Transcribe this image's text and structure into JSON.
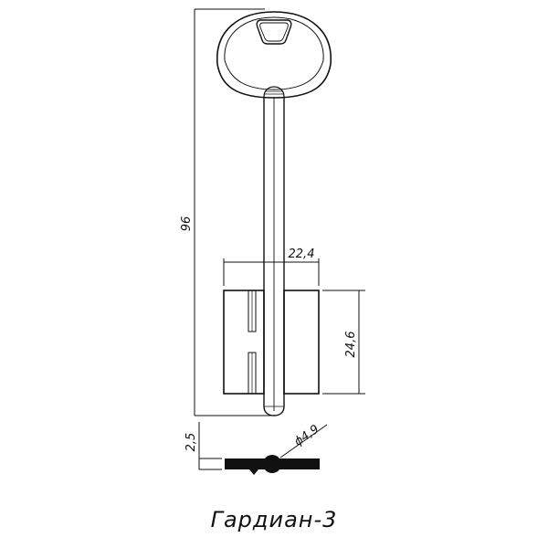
{
  "drawing": {
    "title": "Гардиан-3",
    "subject": "double-bit key technical drawing",
    "dimensions": {
      "total_length": "96",
      "bit_width": "22,4",
      "bit_height": "24,6",
      "thickness": "2,5",
      "shank_diameter": "ϕ4,9"
    },
    "colors": {
      "line": "#111111",
      "background": "#ffffff"
    }
  }
}
